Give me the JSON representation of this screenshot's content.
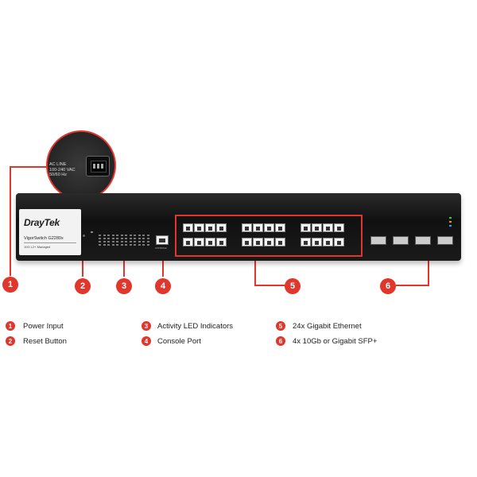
{
  "zoom": {
    "lines": [
      "AC LINE",
      "100-240 VAC",
      "50/60 Hz"
    ]
  },
  "device": {
    "brand": "DrayTek",
    "model": "VigorSwitch G2280x",
    "subtitle": "10G L2+ Managed",
    "console_label": "CONSOLE"
  },
  "callouts": [
    "1",
    "2",
    "3",
    "4",
    "5",
    "6"
  ],
  "legend": [
    {
      "num": "1",
      "label": "Power Input"
    },
    {
      "num": "2",
      "label": "Reset Button"
    },
    {
      "num": "3",
      "label": "Activity LED Indicators"
    },
    {
      "num": "4",
      "label": "Console Port"
    },
    {
      "num": "5",
      "label": "24x Gigabit Ethernet"
    },
    {
      "num": "6",
      "label": "4x 10Gb or Gigabit SFP+"
    }
  ],
  "colors": {
    "accent": "#e0362c",
    "chassis": "#1a1a1a"
  }
}
